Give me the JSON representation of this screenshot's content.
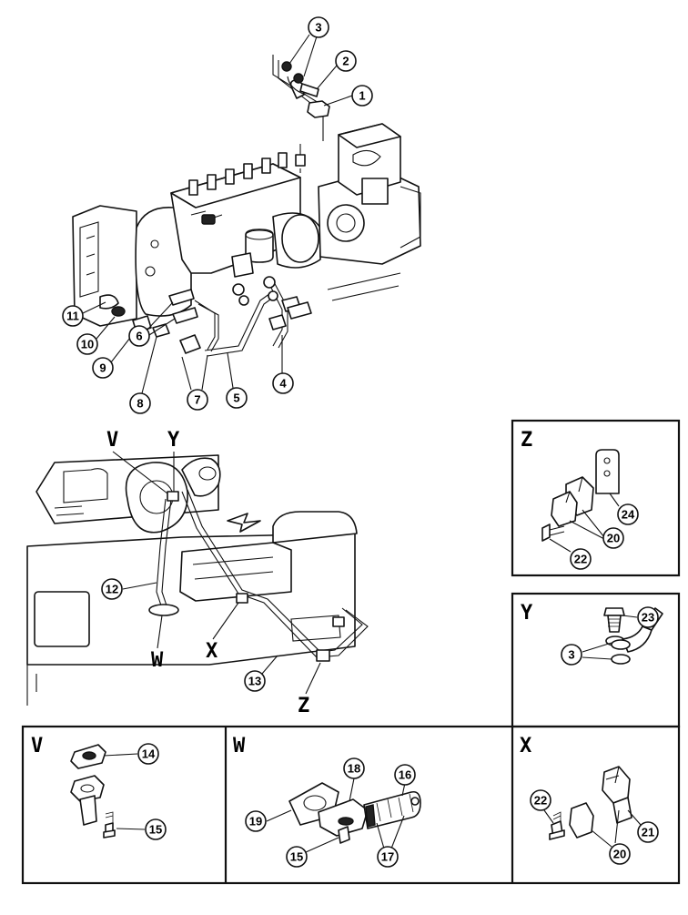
{
  "views": {
    "v": "V",
    "w": "W",
    "x": "X",
    "y": "Y",
    "z": "Z"
  },
  "callouts": {
    "c1": "1",
    "c2": "2",
    "c3": "3",
    "c4": "4",
    "c5": "5",
    "c6": "6",
    "c7": "7",
    "c8": "8",
    "c9": "9",
    "c10": "10",
    "c11": "11",
    "c12": "12",
    "c13": "13",
    "c14": "14",
    "c15": "15",
    "c16": "16",
    "c17": "17",
    "c18": "18",
    "c19": "19",
    "c20": "20",
    "c21": "21",
    "c22": "22",
    "c23": "23",
    "c24": "24"
  }
}
